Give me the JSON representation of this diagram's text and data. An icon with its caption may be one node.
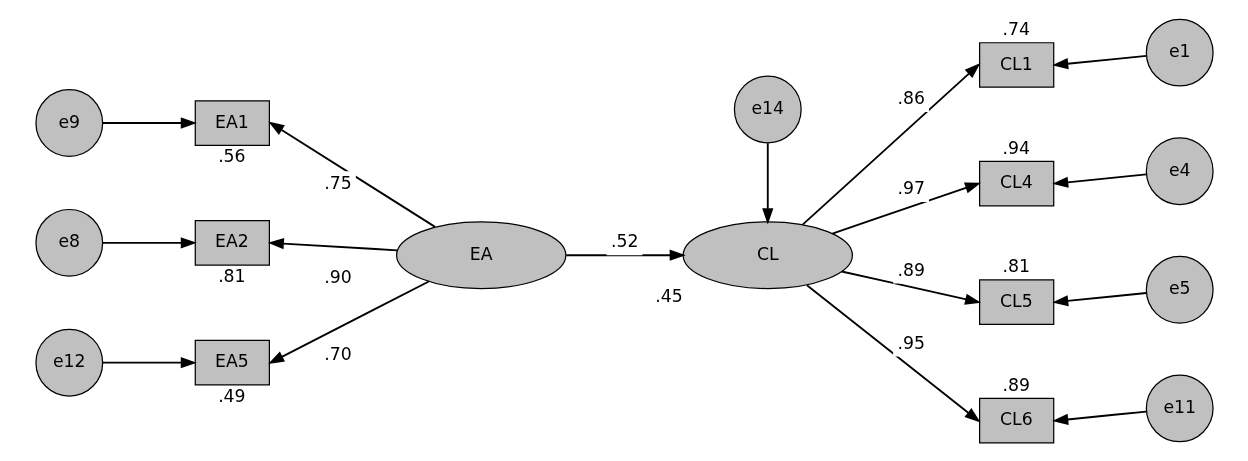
{
  "diagram": {
    "nodes": [
      {
        "text": [
          "e9"
        ]
      },
      {
        "text": [
          "EA1"
        ],
        "beside": [
          ".56"
        ]
      },
      {
        "text": [
          "e8"
        ]
      },
      {
        "text": [
          "EA2"
        ],
        "beside": [
          ".81"
        ]
      },
      {
        "text": [
          "e12"
        ]
      },
      {
        "text": [
          "EA5"
        ],
        "beside": [
          ".49"
        ]
      },
      {
        "text": [
          "EA"
        ]
      },
      {
        "text": [
          "e14"
        ]
      },
      {
        "text": [
          "CL"
        ],
        "beside": [
          ".45"
        ]
      },
      {
        "text": [
          "CL1"
        ],
        "beside": [
          ".74"
        ]
      },
      {
        "text": [
          "e1"
        ]
      },
      {
        "text": [
          "CL4"
        ],
        "beside": [
          ".94"
        ]
      },
      {
        "text": [
          "e4"
        ]
      },
      {
        "text": [
          "CL5"
        ],
        "beside": [
          ".81"
        ]
      },
      {
        "text": [
          "e5"
        ]
      },
      {
        "text": [
          "CL6"
        ],
        "beside": [
          ".89"
        ]
      },
      {
        "text": [
          "e11"
        ]
      }
    ],
    "edges": [
      {
        "from": 0,
        "to": 1,
        "arrow": "to"
      },
      {
        "from": 2,
        "to": 3,
        "arrow": "to"
      },
      {
        "from": 4,
        "to": 5,
        "arrow": "to"
      },
      {
        "from": 6,
        "to": 1,
        "arrow": "to",
        "label": ".75"
      },
      {
        "from": 6,
        "to": 3,
        "arrow": "to",
        "label": ".90"
      },
      {
        "from": 6,
        "to": 5,
        "arrow": "to",
        "label": ".70"
      },
      {
        "from": 6,
        "to": 8,
        "arrow": "to",
        "label": ".52"
      },
      {
        "from": 7,
        "to": 8,
        "arrow": "to"
      },
      {
        "from": 8,
        "to": 9,
        "arrow": "to",
        "label": ".86"
      },
      {
        "from": 8,
        "to": 11,
        "arrow": "to",
        "label": ".97"
      },
      {
        "from": 8,
        "to": 13,
        "arrow": "to",
        "label": ".89"
      },
      {
        "from": 8,
        "to": 15,
        "arrow": "to",
        "label": ".95"
      },
      {
        "from": 10,
        "to": 9,
        "arrow": "to"
      },
      {
        "from": 12,
        "to": 11,
        "arrow": "to"
      },
      {
        "from": 14,
        "to": 13,
        "arrow": "to"
      },
      {
        "from": 16,
        "to": 15,
        "arrow": "to"
      }
    ]
  }
}
